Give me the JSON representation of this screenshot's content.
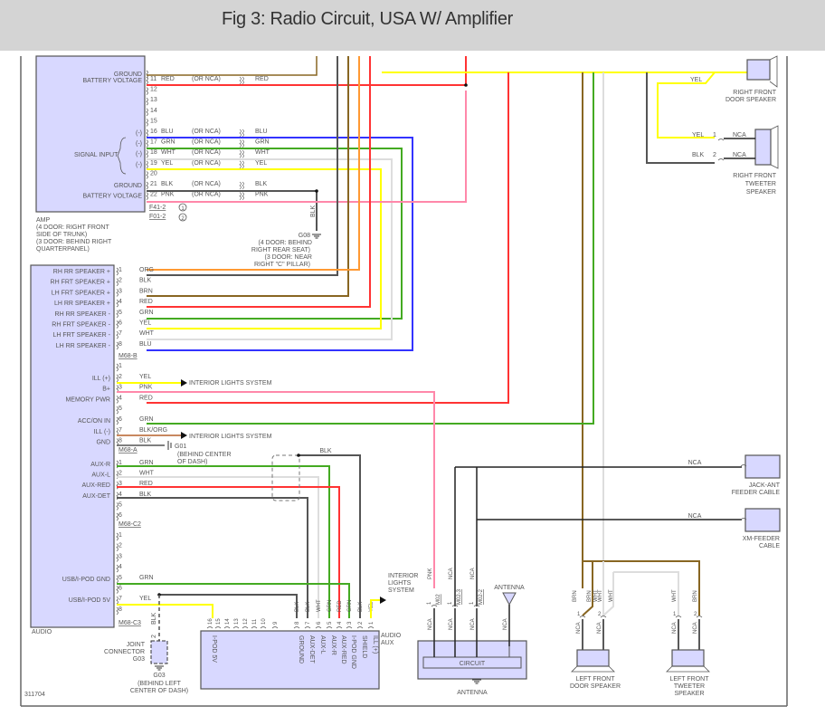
{
  "page": {
    "title": "Fig 3: Radio Circuit, USA W/ Amplifier"
  },
  "colors": {
    "RED": "#ff3333",
    "BLU": "#3333ff",
    "GRN": "#44aa22",
    "WHT": "#dddddd",
    "YEL": "#ffff00",
    "BLK": "#555555",
    "PNK": "#ff88aa",
    "ORG": "#ff9933",
    "BRN": "#886622",
    "BLKORG": "#c88860",
    "NCA": "#222222",
    "module_fill": "#d8d8ff",
    "module_stroke": "#555555"
  },
  "amp": {
    "pins": [
      {
        "num": "",
        "label": "GROUND",
        "color": "",
        "wire": "BLK"
      },
      {
        "num": "11",
        "label": "BATTERY VOLTAGE",
        "color": "RED",
        "alt": "(OR NCA)",
        "wire": "RED"
      },
      {
        "num": "12",
        "label": "",
        "color": ""
      },
      {
        "num": "13",
        "label": "",
        "color": ""
      },
      {
        "num": "14",
        "label": "",
        "color": ""
      },
      {
        "num": "15",
        "label": "",
        "color": ""
      },
      {
        "num": "16",
        "label": "(-)",
        "color": "BLU",
        "alt": "(OR NCA)",
        "wire": "BLU"
      },
      {
        "num": "17",
        "label": "(-)",
        "color": "GRN",
        "alt": "(OR NCA)",
        "wire": "GRN"
      },
      {
        "num": "18",
        "label": "(-)",
        "color": "WHT",
        "alt": "(OR NCA)",
        "wire": "WHT"
      },
      {
        "num": "19",
        "label": "(-)",
        "color": "YEL",
        "alt": "(OR NCA)",
        "wire": "YEL"
      },
      {
        "num": "20",
        "label": "",
        "color": ""
      },
      {
        "num": "21",
        "label": "GROUND",
        "color": "BLK",
        "alt": "(OR NCA)",
        "wire": "BLK"
      },
      {
        "num": "22",
        "label": "BATTERY VOLTAGE",
        "color": "PNK",
        "alt": "(OR NCA)",
        "wire": "PNK"
      }
    ],
    "signal_input_label": "SIGNAL INPUT",
    "connectors": [
      {
        "id": "F41-2",
        "circle": "1"
      },
      {
        "id": "F01-2",
        "circle": "2"
      }
    ],
    "caption": [
      "AMP",
      "(4 DOOR: RIGHT FRONT",
      "SIDE OF TRUNK)",
      "(3 DOOR: BEHIND RIGHT",
      "QUARTERPANEL)"
    ]
  },
  "g08": {
    "wire": "BLK",
    "label": "G08",
    "caption": [
      "(4 DOOR: BEHIND",
      "RIGHT REAR SEAT)",
      "(3 DOOR: NEAR",
      "RIGHT \"C\" PILLAR)"
    ]
  },
  "audio": {
    "m68b": {
      "id": "M68-B",
      "pins": [
        {
          "num": "1",
          "label": "RH RR SPEAKER +",
          "color": "ORG"
        },
        {
          "num": "2",
          "label": "RH FRT SPEAKER +",
          "color": "BLK"
        },
        {
          "num": "3",
          "label": "LH FRT SPEAKER +",
          "color": "BRN"
        },
        {
          "num": "4",
          "label": "LH RR SPEAKER +",
          "color": "RED"
        },
        {
          "num": "5",
          "label": "RH RR SPEAKER -",
          "color": "GRN"
        },
        {
          "num": "6",
          "label": "RH FRT SPEAKER -",
          "color": "YEL"
        },
        {
          "num": "7",
          "label": "LH FRT SPEAKER -",
          "color": "WHT"
        },
        {
          "num": "8",
          "label": "LH RR SPEAKER -",
          "color": "BLU"
        }
      ]
    },
    "m68a": {
      "id": "M68-A",
      "pins": [
        {
          "num": "1",
          "label": "",
          "color": ""
        },
        {
          "num": "2",
          "label": "ILL (+)",
          "color": "YEL",
          "dest": "INTERIOR LIGHTS SYSTEM"
        },
        {
          "num": "3",
          "label": "B+",
          "color": "PNK"
        },
        {
          "num": "4",
          "label": "MEMORY PWR",
          "color": "RED"
        },
        {
          "num": "5",
          "label": "",
          "color": ""
        },
        {
          "num": "6",
          "label": "ACC/ON IN",
          "color": "GRN"
        },
        {
          "num": "7",
          "label": "ILL (-)",
          "color": "BLK/ORG",
          "dest": "INTERIOR LIGHTS SYSTEM"
        },
        {
          "num": "8",
          "label": "GND",
          "color": "BLK"
        }
      ],
      "ground": {
        "label": "G01",
        "caption": [
          "(BEHIND CENTER",
          "OF DASH)"
        ]
      }
    },
    "m68c2": {
      "id": "M68-C2",
      "pins": [
        {
          "num": "1",
          "label": "AUX-R",
          "color": "GRN"
        },
        {
          "num": "2",
          "label": "AUX-L",
          "color": "WHT"
        },
        {
          "num": "3",
          "label": "AUX-RED",
          "color": "RED"
        },
        {
          "num": "4",
          "label": "AUX-DET",
          "color": "BLK"
        },
        {
          "num": "5",
          "label": "",
          "color": ""
        },
        {
          "num": "6",
          "label": "",
          "color": ""
        }
      ],
      "shield_wire": "BLK"
    },
    "m68c3": {
      "id": "M68-C3",
      "pins": [
        {
          "num": "1",
          "label": "",
          "color": ""
        },
        {
          "num": "2",
          "label": "",
          "color": ""
        },
        {
          "num": "3",
          "label": "",
          "color": ""
        },
        {
          "num": "4",
          "label": "",
          "color": ""
        },
        {
          "num": "5",
          "label": "USB/I-POD GND",
          "color": "GRN"
        },
        {
          "num": "6",
          "label": "",
          "color": ""
        },
        {
          "num": "7",
          "label": "USB/I-POD 5V",
          "color": "YEL"
        },
        {
          "num": "8",
          "label": "",
          "color": ""
        }
      ]
    },
    "caption": "AUDIO"
  },
  "joint_connector": {
    "label": [
      "JOINT",
      "CONNECTOR",
      "G03"
    ],
    "wire": "BLK",
    "pin": "2",
    "ground": "G03",
    "caption": [
      "(BEHIND LEFT",
      "CENTER OF DASH)"
    ]
  },
  "audio_aux": {
    "caption": [
      "AUDIO",
      "AUX"
    ],
    "pins": [
      {
        "num": "16",
        "label": "I-POD 5V",
        "wire": "YEL"
      },
      {
        "num": "15",
        "label": "",
        "wire": ""
      },
      {
        "num": "14",
        "label": "",
        "wire": ""
      },
      {
        "num": "13",
        "label": "",
        "wire": ""
      },
      {
        "num": "12",
        "label": "",
        "wire": ""
      },
      {
        "num": "11",
        "label": "",
        "wire": ""
      },
      {
        "num": "10",
        "label": "",
        "wire": ""
      },
      {
        "num": "9",
        "label": "",
        "wire": ""
      },
      {
        "num": "8",
        "label": "GROUND",
        "wire": "BLK"
      },
      {
        "num": "7",
        "label": "AUX-DET",
        "wire": "BLK"
      },
      {
        "num": "6",
        "label": "AUX-L",
        "wire": "WHT"
      },
      {
        "num": "5",
        "label": "AUX-R",
        "wire": "GRN"
      },
      {
        "num": "4",
        "label": "AUX-RED",
        "wire": "RED"
      },
      {
        "num": "3",
        "label": "I-POD GND",
        "wire": "GRN"
      },
      {
        "num": "2",
        "label": "SHIELD",
        "wire": "BLK"
      },
      {
        "num": "1",
        "label": "ILL (+)",
        "wire": "YEL"
      }
    ],
    "interior_lights": [
      "INTERIOR",
      "LIGHTS",
      "SYSTEM"
    ]
  },
  "antenna": {
    "inputs": [
      {
        "wire": "PNK",
        "pin": "1",
        "conn": "M02",
        "inner": "NCA"
      },
      {
        "wire": "NCA",
        "pin": "1",
        "conn": "M02-3",
        "inner": "NCA"
      },
      {
        "wire": "NCA",
        "pin": "1",
        "conn": "M02-2",
        "inner": "NCA"
      }
    ],
    "antenna_label": "ANTENNA",
    "antenna_wire": "NCA",
    "circuit_label": "CIRCUIT",
    "caption": "ANTENNA"
  },
  "feeders": [
    {
      "wire": "NCA",
      "caption": [
        "JACK-ANT",
        "FEEDER CABLE"
      ]
    },
    {
      "wire": "NCA",
      "caption": [
        "XM-FEEDER",
        "CABLE"
      ]
    }
  ],
  "right_front_door": {
    "wire": "YEL",
    "caption": [
      "RIGHT FRONT",
      "DOOR SPEAKER"
    ]
  },
  "right_front_tweeter": {
    "pins": [
      {
        "num": "1",
        "wire": "YEL",
        "inner": "NCA"
      },
      {
        "num": "2",
        "wire": "BLK",
        "inner": "NCA"
      }
    ],
    "caption": [
      "RIGHT FRONT",
      "TWEETER",
      "SPEAKER"
    ]
  },
  "left_front_door": {
    "pins": [
      {
        "num": "1",
        "wires": [
          "BRN",
          "BRN"
        ],
        "inner": "NCA"
      },
      {
        "num": "2",
        "wires": [
          "WHT",
          "WHT"
        ],
        "inner": "NCA"
      }
    ],
    "caption": [
      "LEFT FRONT",
      "DOOR SPEAKER"
    ]
  },
  "left_front_tweeter": {
    "pins": [
      {
        "num": "1",
        "wire": "WHT",
        "inner": "NCA"
      },
      {
        "num": "2",
        "wire": "BRN",
        "inner": "NCA"
      }
    ],
    "caption": [
      "LEFT FRONT",
      "TWEETER",
      "SPEAKER"
    ]
  },
  "footer": {
    "ref": "311704"
  }
}
